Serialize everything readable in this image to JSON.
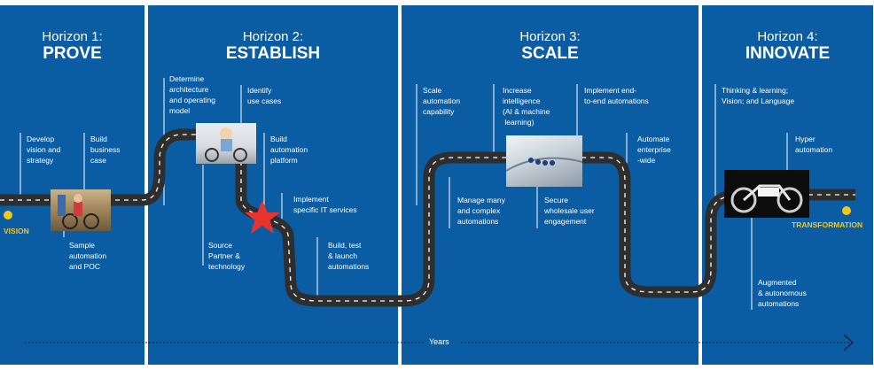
{
  "colors": {
    "panel": "#0b5da3",
    "road": "#2e2e2e",
    "lane": "#ffffff",
    "accent": "#f5c518",
    "star": "#e8342c"
  },
  "horizons": [
    {
      "sub": "Horizon 1:",
      "main": "PROVE"
    },
    {
      "sub": "Horizon 2:",
      "main": "ESTABLISH"
    },
    {
      "sub": "Horizon 3:",
      "main": "SCALE"
    },
    {
      "sub": "Horizon 4:",
      "main": "INNOVATE"
    }
  ],
  "labels": {
    "develop": "Develop\nvision and\nstrategy",
    "build_case": "Build\nbusiness\ncase",
    "sample": "Sample\nautomation\nand POC",
    "determine": "Determine\narchitecture\nand operating\nmodel",
    "identify": "Identify\nuse cases",
    "build_platform": "Build\nautomation\nplatform",
    "implement_it": "Implement\nspecific IT services",
    "source": "Source\nPartner &\ntechnology",
    "build_test": "Build, test\n& launch\nautomations",
    "scale_cap": "Scale\nautomation\ncapability",
    "increase": "Increase\nintelligence\n(AI & machine\n learning)",
    "implement_e2e": "Implement end-\nto-end automations",
    "enterprise": "Automate\nenterprise\n-wide",
    "manage": "Manage many\nand complex\nautomations",
    "secure": "Secure\nwholesale user\nengagement",
    "thinking": "Thinking & learning;\nVision; and Language",
    "hyper": "Hyper\nautomation",
    "augmented": "Augmented\n& autonomous\nautomations"
  },
  "vision": "VISION",
  "transformation": "TRANSFORMATION",
  "years": "Years",
  "icons": [
    "star-icon",
    "arrow-right-icon"
  ]
}
